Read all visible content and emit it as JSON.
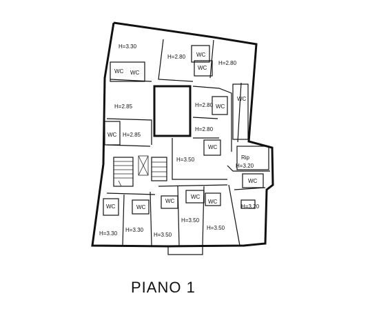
{
  "plan": {
    "title": "PIANO 1",
    "rooms": [
      {
        "id": "h330-top",
        "text": "H=3.30"
      },
      {
        "id": "h280-a",
        "text": "H=2.80"
      },
      {
        "id": "wc-1",
        "text": "WC"
      },
      {
        "id": "wc-2",
        "text": "WC"
      },
      {
        "id": "h280-b",
        "text": "H=2.80"
      },
      {
        "id": "wc-3",
        "text": "WC"
      },
      {
        "id": "wc-4",
        "text": "WC"
      },
      {
        "id": "wc-5",
        "text": "WC"
      },
      {
        "id": "h285-a",
        "text": "H=2.85"
      },
      {
        "id": "h280-c",
        "text": "H=2.80"
      },
      {
        "id": "wc-6",
        "text": "WC"
      },
      {
        "id": "h280-d",
        "text": "H=2.80"
      },
      {
        "id": "wc-7",
        "text": "WC"
      },
      {
        "id": "h285-b",
        "text": "H=2.85"
      },
      {
        "id": "wc-8",
        "text": "WC"
      },
      {
        "id": "h350-a",
        "text": "H=3.50"
      },
      {
        "id": "rip",
        "text": "Rip"
      },
      {
        "id": "h320-a",
        "text": "H=3.20"
      },
      {
        "id": "wc-9",
        "text": "WC"
      },
      {
        "id": "wc-10",
        "text": "WC"
      },
      {
        "id": "wc-11",
        "text": "WC"
      },
      {
        "id": "wc-12",
        "text": "WC"
      },
      {
        "id": "wc-13",
        "text": "WC"
      },
      {
        "id": "wc-14",
        "text": "WC"
      },
      {
        "id": "h320-b",
        "text": "H=3.20"
      },
      {
        "id": "h350-b",
        "text": "H=3.50"
      },
      {
        "id": "h350-c",
        "text": "H=3.50"
      },
      {
        "id": "h330-a",
        "text": "H=3.30"
      },
      {
        "id": "h330-b",
        "text": "H=3.30"
      },
      {
        "id": "h350-d",
        "text": "H=3.50"
      }
    ]
  }
}
